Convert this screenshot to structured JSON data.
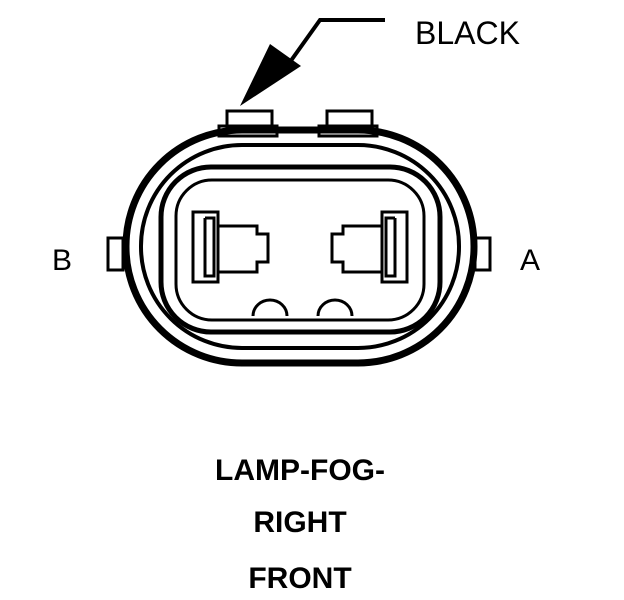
{
  "diagram": {
    "wire_color_label": "BLACK",
    "pin_left_label": "B",
    "pin_right_label": "A",
    "title_lines": [
      "LAMP-FOG-",
      "RIGHT",
      "FRONT"
    ]
  }
}
